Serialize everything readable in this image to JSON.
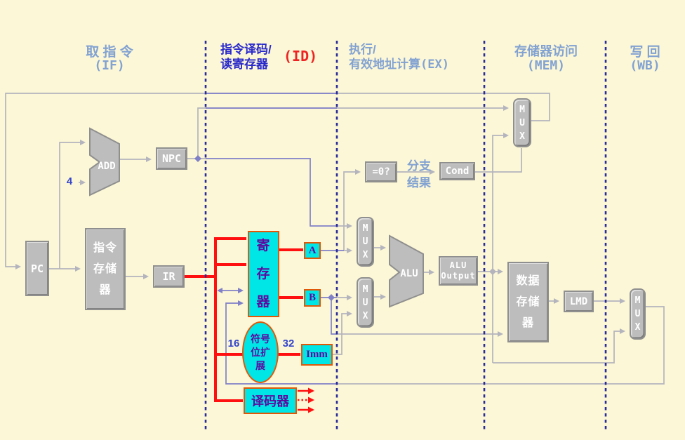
{
  "colors": {
    "background": "#FCF7D6",
    "stage_header_blue": "#82A2D2",
    "id_header_blue": "#2A2ACC",
    "id_abbr_red": "#EE2222",
    "box_gray_fill": "#BDBDBD",
    "box_gray_border": "#8F8F8F",
    "cyan_fill": "#00E6E6",
    "cyan_border": "#E05808",
    "violet_text": "#5C0BA0",
    "red_bus": "#FF1010",
    "gray_wire": "#B4B4BE",
    "blue_wire": "#8080C8",
    "dashed_divider": "#2A2A99",
    "number_label_blue": "#3344CC"
  },
  "stages": {
    "if": {
      "title": "取 指 令",
      "abbr": "(IF)"
    },
    "id": {
      "title_line1": "指令译码/",
      "title_line2": "读寄存器",
      "abbr": "(ID)"
    },
    "ex": {
      "title_line1": "执行/",
      "title_line2": "有效地址计算",
      "abbr": "(EX)"
    },
    "mem": {
      "title": "存储器访问",
      "abbr": "(MEM)"
    },
    "wb": {
      "title": "写 回",
      "abbr": "(WB)"
    }
  },
  "blocks": {
    "pc": "PC",
    "npc": "NPC",
    "ir": "IR",
    "add": "ADD",
    "alu": "ALU",
    "mux": "MUX",
    "imem": {
      "line1": "指令",
      "line2": "存储",
      "line3": "器"
    },
    "dmem": {
      "line1": "数据",
      "line2": "存储",
      "line3": "器"
    },
    "regfile": {
      "line1": "寄",
      "line2": "存",
      "line3": "器"
    },
    "signext": {
      "line1": "符号",
      "line2": "位扩",
      "line3": "展"
    },
    "decoder": "译码器",
    "a": "A",
    "b": "B",
    "imm": "Imm",
    "alu_output": {
      "line1": "ALU",
      "line2": "Output"
    },
    "lmd": "LMD",
    "cond": "Cond",
    "zero_test": "=0?"
  },
  "labels": {
    "const4": "4",
    "width16": "16",
    "width32": "32",
    "branch_line1": "分支",
    "branch_line2": "结果"
  }
}
